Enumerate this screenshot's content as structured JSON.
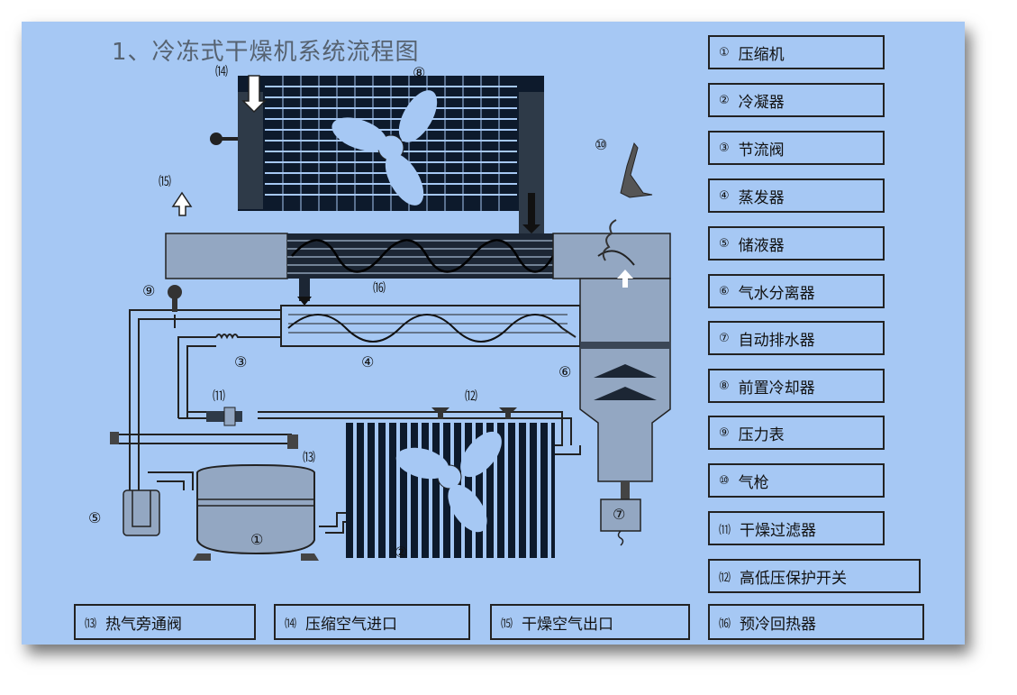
{
  "title": "1、冷冻式干燥机系统流程图",
  "legend": [
    {
      "num": "①",
      "text": "压缩机"
    },
    {
      "num": "②",
      "text": "冷凝器"
    },
    {
      "num": "③",
      "text": "节流阀"
    },
    {
      "num": "④",
      "text": "蒸发器"
    },
    {
      "num": "⑤",
      "text": "储液器"
    },
    {
      "num": "⑥",
      "text": "气水分离器"
    },
    {
      "num": "⑦",
      "text": "自动排水器"
    },
    {
      "num": "⑧",
      "text": "前置冷却器"
    },
    {
      "num": "⑨",
      "text": "压力表"
    },
    {
      "num": "⑩",
      "text": "气枪"
    },
    {
      "num": "⑾",
      "text": "干燥过滤器"
    },
    {
      "num": "⑿",
      "text": "高低压保护开关"
    },
    {
      "num": "⒀",
      "text": "热气旁通阀"
    },
    {
      "num": "⒁",
      "text": "压缩空气进口"
    },
    {
      "num": "⒂",
      "text": "干燥空气出口"
    },
    {
      "num": "⒃",
      "text": "预冷回热器"
    }
  ],
  "diagram_numbers": {
    "n1": "①",
    "n2": "②",
    "n3": "③",
    "n4": "④",
    "n5": "⑤",
    "n6": "⑥",
    "n7": "⑦",
    "n8": "⑧",
    "n9": "⑨",
    "n10": "⑩",
    "n11": "⑾",
    "n12": "⑿",
    "n13": "⒀",
    "n14": "⒁",
    "n15": "⒂",
    "n16": "⒃"
  }
}
